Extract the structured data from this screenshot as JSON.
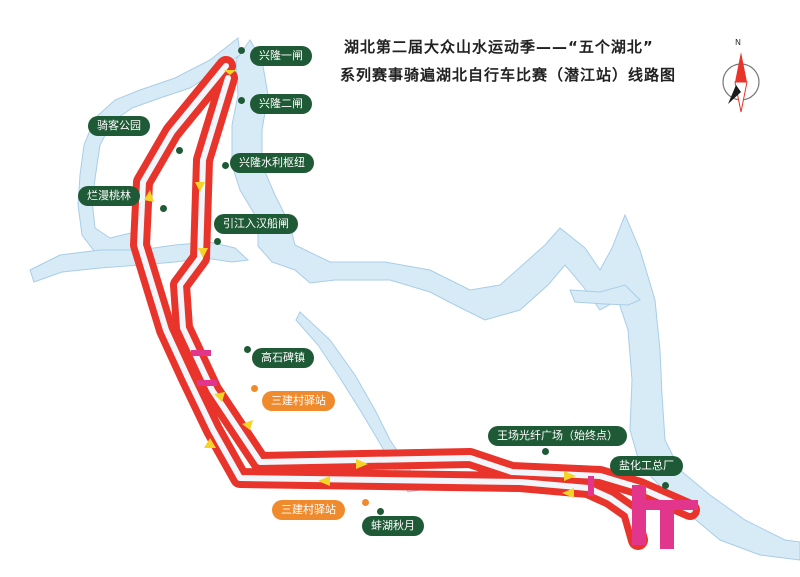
{
  "title": {
    "line1": "湖北第二届大众山水运动季——“五个湖北”",
    "line2": "系列赛事骑遍湖北自行车比赛（潜江站）线路图"
  },
  "compass": {
    "north_label": "N",
    "icon": "compass-icon"
  },
  "colors": {
    "water": "#d7ebf7",
    "water_outline": "#a9cde6",
    "route": "#e8342b",
    "route_outline": "#b81d18",
    "route_center": "#f2f6fb",
    "arrow": "#f5d327",
    "marker": "#e1368c",
    "label_green": "#1f5a36",
    "label_orange": "#ef8a2d"
  },
  "labels": [
    {
      "id": "xinglong-1",
      "text": "兴隆一闸",
      "style": "green"
    },
    {
      "id": "xinglong-2",
      "text": "兴隆二闸",
      "style": "green"
    },
    {
      "id": "qiyu-park",
      "text": "骑客公园",
      "style": "green"
    },
    {
      "id": "xinglong-hub",
      "text": "兴隆水利枢纽",
      "style": "green"
    },
    {
      "id": "lanman-taolin",
      "text": "烂漫桃林",
      "style": "green"
    },
    {
      "id": "yinjiang-gate",
      "text": "引江入汉船闸",
      "style": "green"
    },
    {
      "id": "gaoshibei",
      "text": "高石碑镇",
      "style": "green"
    },
    {
      "id": "sanjiancun-1",
      "text": "三建村驿站",
      "style": "orange"
    },
    {
      "id": "wangchang",
      "text": "王场光纤广场（始终点）",
      "style": "green"
    },
    {
      "id": "yanhua",
      "text": "盐化工总厂",
      "style": "green"
    },
    {
      "id": "sanjiancun-2",
      "text": "三建村驿站",
      "style": "orange"
    },
    {
      "id": "banghu",
      "text": "蚌湖秋月",
      "style": "green"
    }
  ]
}
